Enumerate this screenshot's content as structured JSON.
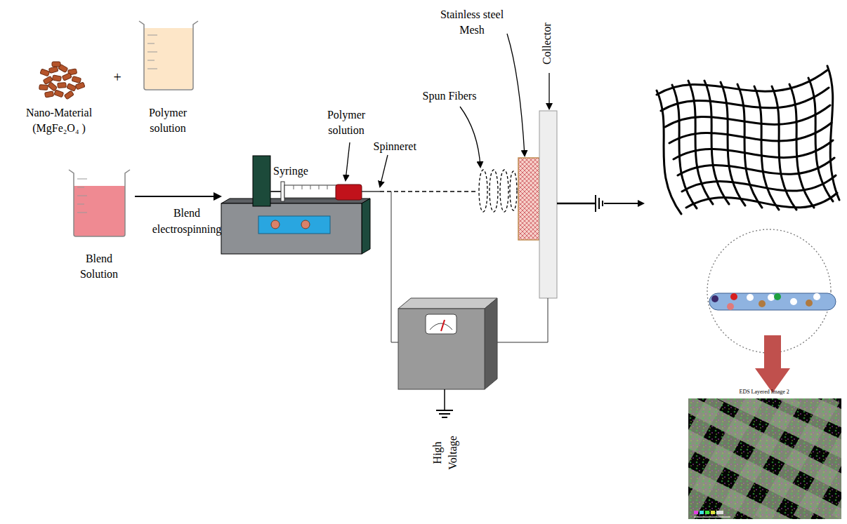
{
  "diagram": {
    "nodes": [
      {
        "text": [
          "Nano-Material (MgFe₂O₄ )"
        ]
      },
      {
        "text": [
          "Polymer solution"
        ]
      },
      {
        "text": [
          "Blend Solution"
        ]
      },
      {
        "text": [
          "Syringe"
        ]
      },
      {
        "text": [
          "High Voltage"
        ]
      },
      {
        "text": [
          "EDS Layered Image 2"
        ]
      }
    ],
    "edges": [
      {
        "from": 2,
        "to": 3,
        "arrow": "to",
        "label": "Blend electrospinning"
      }
    ],
    "labels": [
      "+",
      "Polymer solution",
      "Spinneret",
      "Spun Fibers",
      "Stainless steel Mesh",
      "Collector"
    ]
  }
}
